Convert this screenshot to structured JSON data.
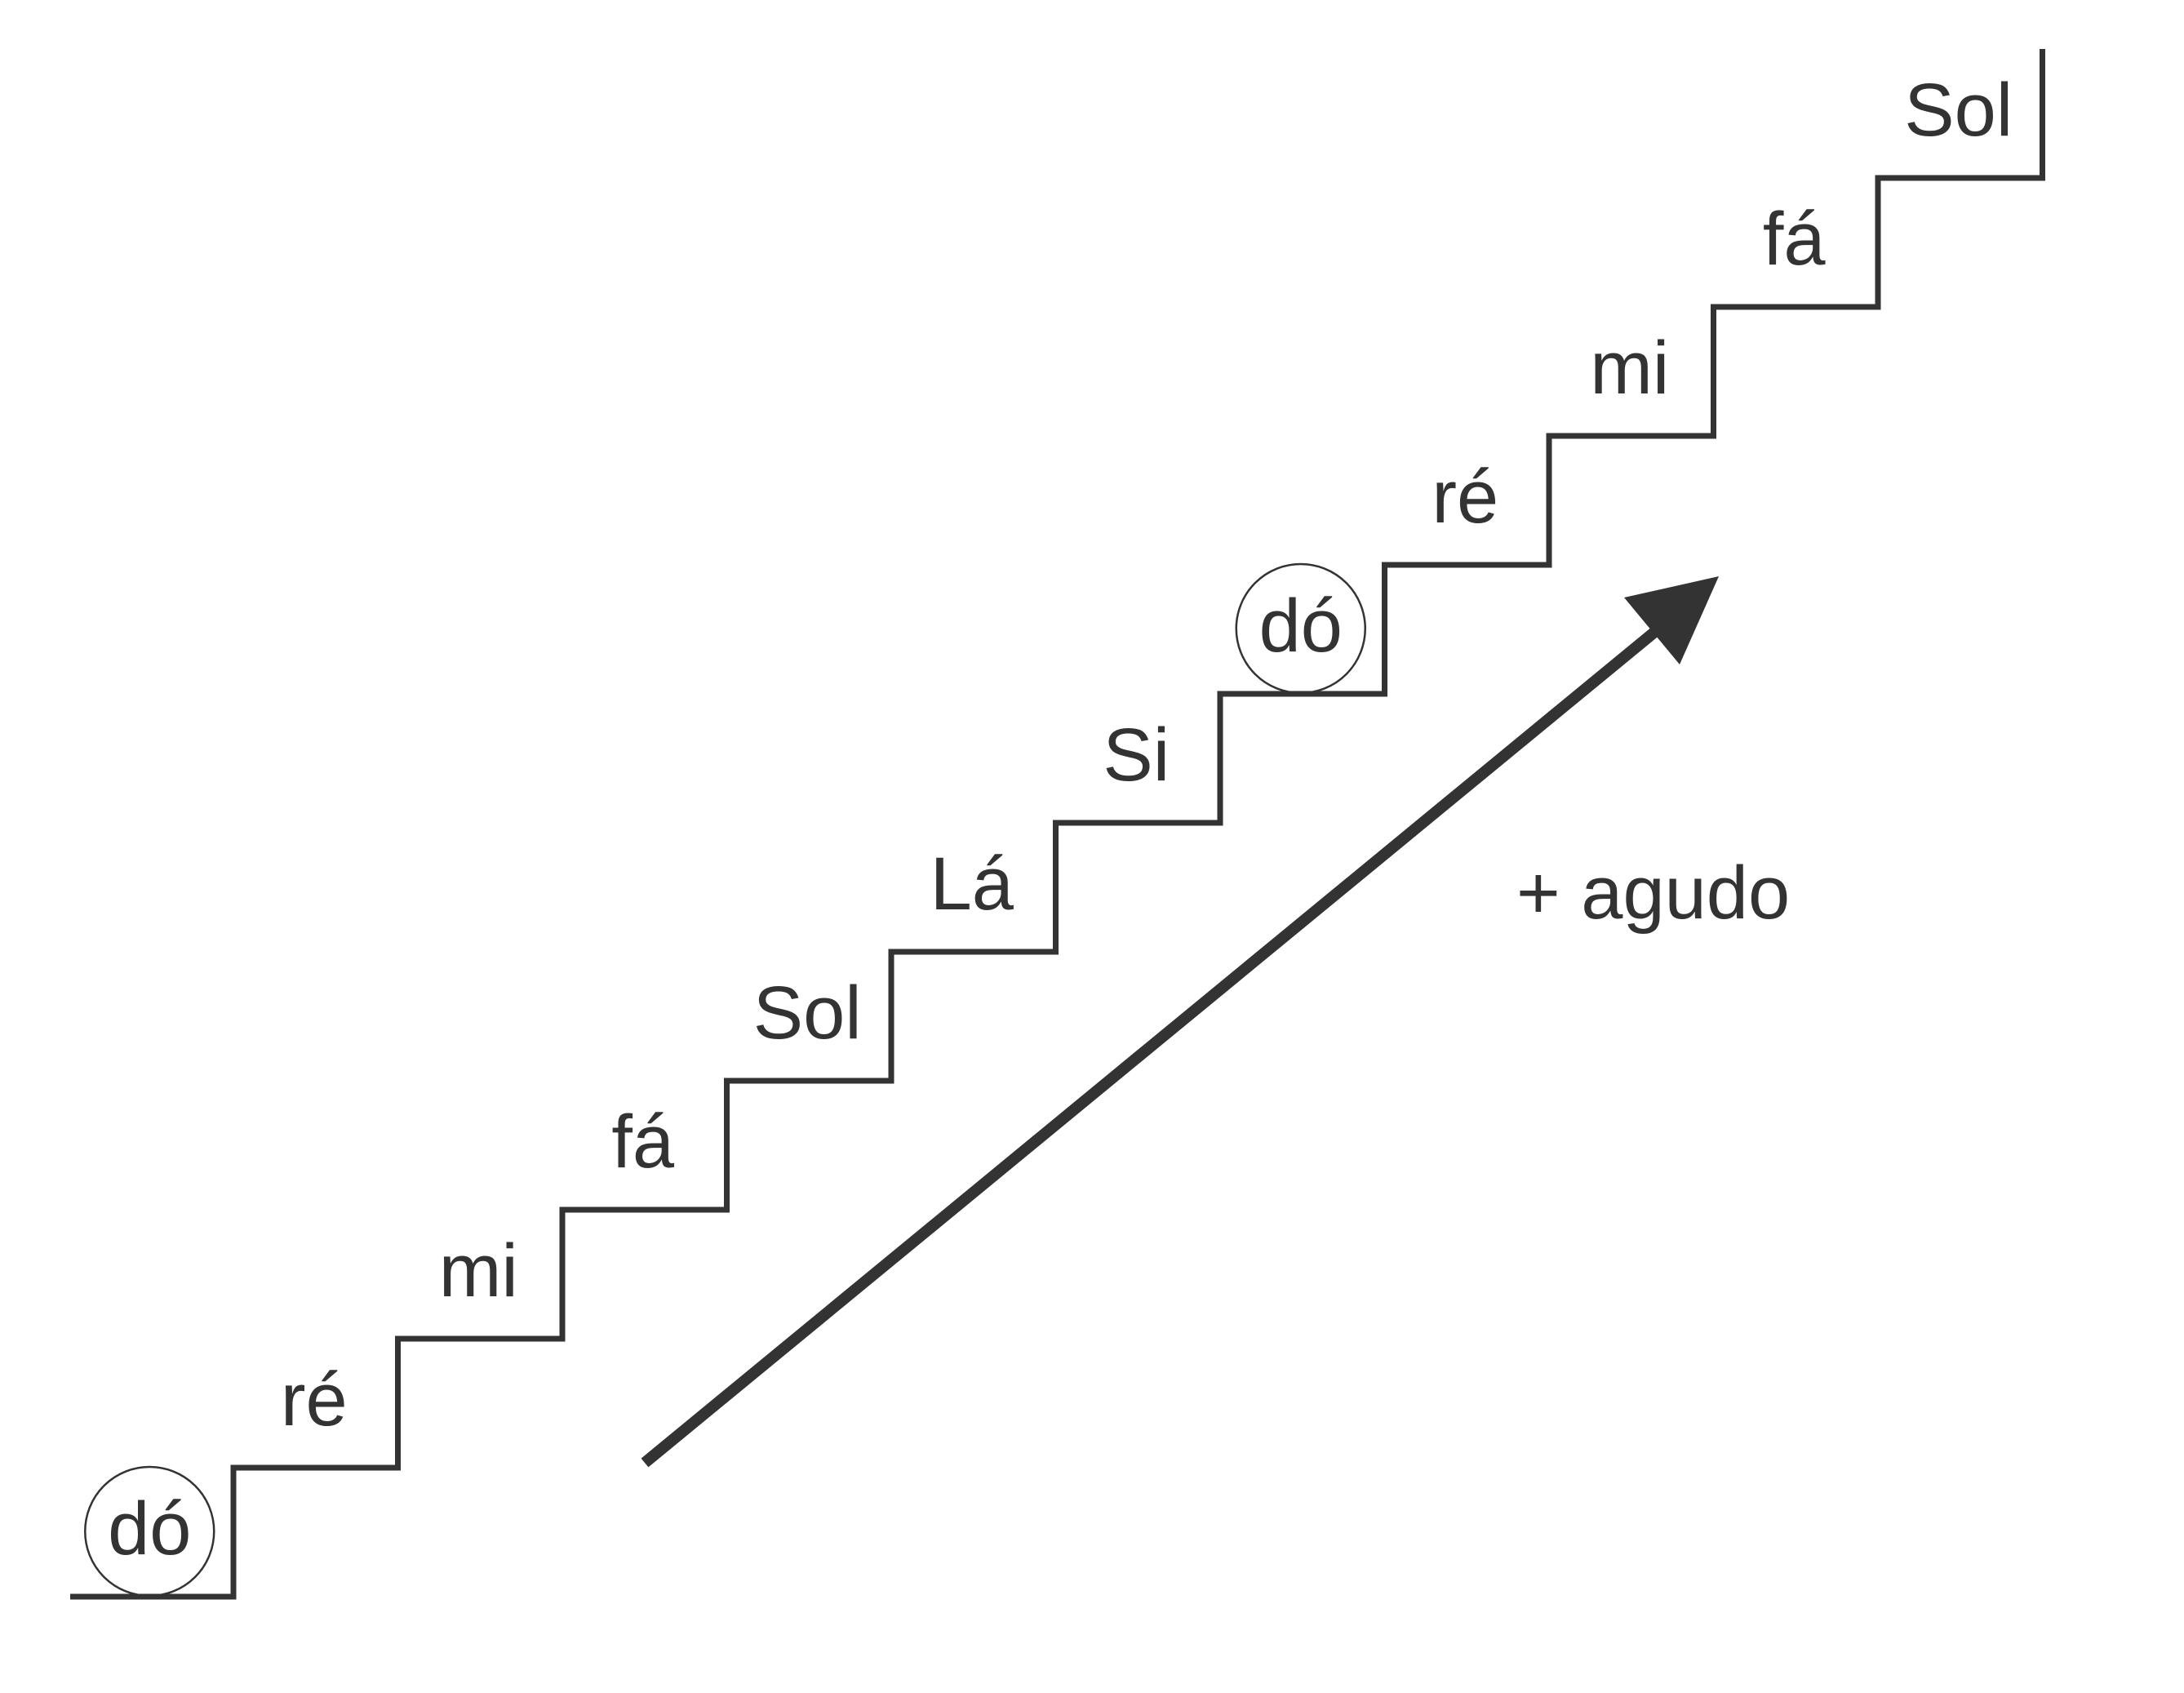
{
  "diagram": {
    "steps": [
      {
        "note": "dó",
        "circled": true
      },
      {
        "note": "ré",
        "circled": false
      },
      {
        "note": "mi",
        "circled": false
      },
      {
        "note": "fá",
        "circled": false
      },
      {
        "note": "Sol",
        "circled": false
      },
      {
        "note": "Lá",
        "circled": false
      },
      {
        "note": "Si",
        "circled": false
      },
      {
        "note": "dó",
        "circled": true
      },
      {
        "note": "ré",
        "circled": false
      },
      {
        "note": "mi",
        "circled": false
      },
      {
        "note": "fá",
        "circled": false
      },
      {
        "note": "Sol",
        "circled": false
      }
    ],
    "direction_label": "+ agudo",
    "colors": {
      "ink": "#333333",
      "background": "#ffffff"
    }
  }
}
